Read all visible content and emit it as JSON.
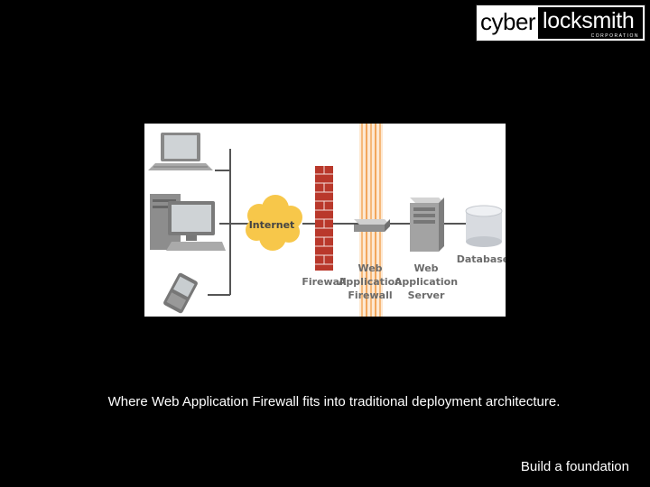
{
  "logo": {
    "word1": "cyber",
    "word2": "locksmith",
    "sub": "CORPORATION"
  },
  "diagram": {
    "labels": {
      "internet": "Internet",
      "firewall": "Firewall",
      "waf_line1": "Web",
      "waf_line2": "Application",
      "waf_line3": "Firewall",
      "server_line1": "Web",
      "server_line2": "Application",
      "server_line3": "Server",
      "database": "Database"
    },
    "icons": [
      "laptop-icon",
      "desktop-computer-icon",
      "pda-icon",
      "internet-cloud-icon",
      "brick-firewall-icon",
      "waf-appliance-icon",
      "server-tower-icon",
      "database-cylinder-icon"
    ],
    "colors": {
      "cloud": "#f7c74a",
      "brick": "#c8493a",
      "beam": "#f2a65c"
    }
  },
  "caption": "Where Web Application Firewall fits into traditional deployment architecture.",
  "footer": "Build a foundation"
}
